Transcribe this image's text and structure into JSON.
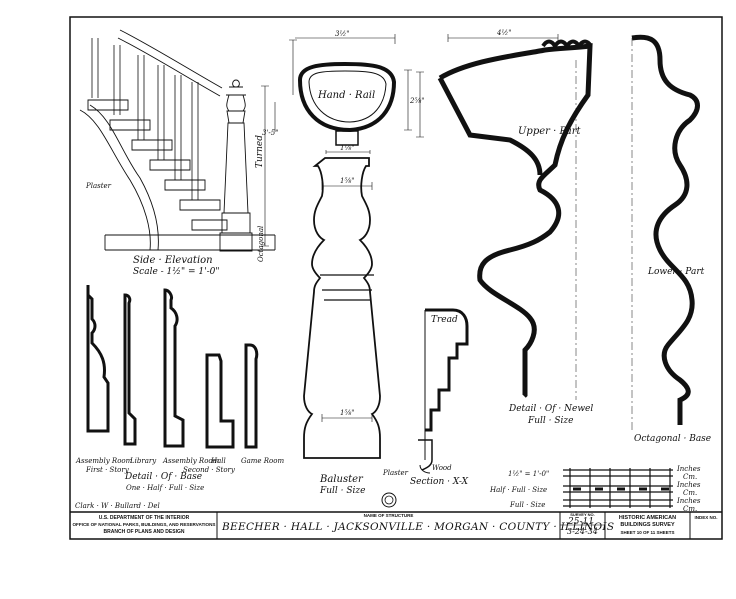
{
  "drawing": {
    "side_elevation_title": "Side · Elevation",
    "side_elevation_scale": "Scale - 1½\" = 1'-0\"",
    "hand_rail": "Hand · Rail",
    "upper_part": "Upper · Part",
    "lower_part": "Lower · Part",
    "tread": "Tread",
    "baluster": "Baluster",
    "baluster_size": "Full · Size",
    "section": "Section · X-X",
    "wood": "Wood",
    "plaster": "Plaster",
    "newel_detail": "Detail · Of · Newel",
    "newel_size": "Full · Size",
    "octagonal_base": "Octagonal · Base",
    "turned": "Turned",
    "octagonal": "Octagonal",
    "height_label": "3'-5\"",
    "dim_top_left": "3½\"",
    "dim_top_right": "4½\"",
    "dim_neck": "1⅛\"",
    "dim_waist_top": "1⅝\"",
    "dim_waist_bottom": "1⅝\"",
    "dim_rail_height": "2⅝\"",
    "base_labels": [
      {
        "line1": "Assembly Room",
        "line2": "First · Story"
      },
      {
        "line1": "Library",
        "line2": ""
      },
      {
        "line1": "Assembly Room",
        "line2": "Second · Story"
      },
      {
        "line1": "Hall",
        "line2": ""
      },
      {
        "line1": "Game Room",
        "line2": ""
      }
    ],
    "base_detail_title": "Detail · Of · Base",
    "base_detail_size": "One · Half · Full · Size",
    "scales": [
      "1½\" = 1'-0\"",
      "Half · Full · Size",
      "Full · Size"
    ],
    "scale_units": [
      "Inches",
      "Cm.",
      "Inches",
      "Cm.",
      "Inches",
      "Cm."
    ],
    "delineator": "Clark · W · Bullard · Del"
  },
  "title_block": {
    "agency_line1": "U.S. DEPARTMENT OF THE INTERIOR",
    "agency_line2": "OFFICE OF NATIONAL PARKS, BUILDINGS, AND RESERVATIONS",
    "agency_line3": "BRANCH OF PLANS AND DESIGN",
    "name_label": "NAME OF STRUCTURE",
    "structure_name": "BEECHER · HALL · JACKSONVILLE · MORGAN · COUNTY · ILLINOIS",
    "survey_label": "SURVEY NO.",
    "survey_no": "25-11",
    "date": "3-24-34",
    "habs_line1": "HISTORIC AMERICAN",
    "habs_line2": "BUILDINGS SURVEY",
    "sheet_label": "SHEET 10 OF 11 SHEETS",
    "index_label": "INDEX NO."
  }
}
